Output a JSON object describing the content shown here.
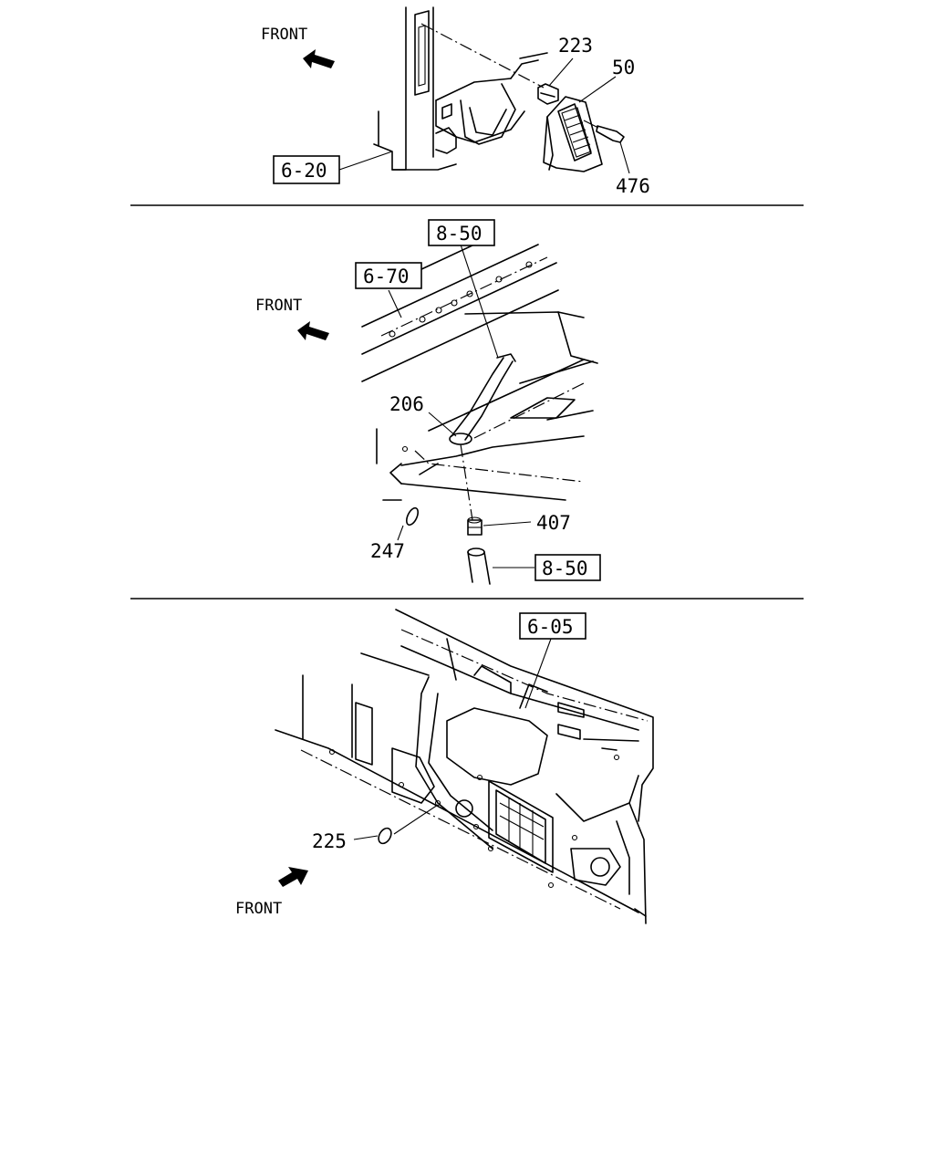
{
  "panels": [
    {
      "front_label": "FRONT",
      "callouts": [
        "223",
        "50",
        "476"
      ],
      "boxed_refs": [
        "6-20"
      ]
    },
    {
      "front_label": "FRONT",
      "callouts": [
        "206",
        "247",
        "407"
      ],
      "boxed_refs": [
        "8-50",
        "6-70",
        "8-50"
      ]
    },
    {
      "front_label": "FRONT",
      "callouts": [
        "225"
      ],
      "boxed_refs": [
        "6-05"
      ]
    }
  ]
}
